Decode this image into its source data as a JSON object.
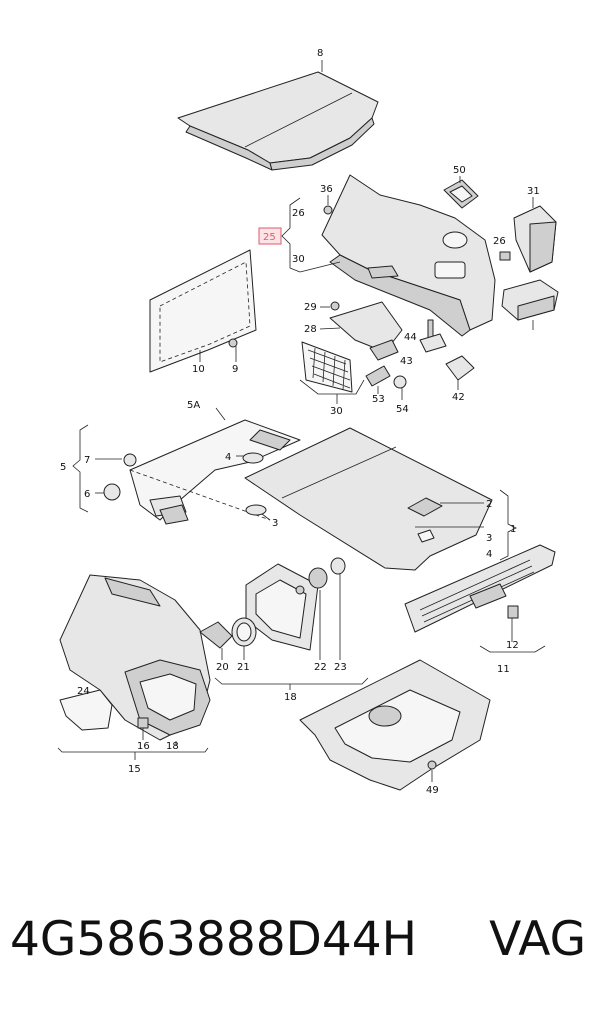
{
  "diagram": {
    "callouts": [
      "8",
      "50",
      "36",
      "31",
      "26",
      "25",
      "26",
      "30",
      "29",
      "44",
      "28",
      "43",
      "10",
      "9",
      "30",
      "53",
      "54",
      "42",
      "5A",
      "7",
      "4",
      "5",
      "6",
      "2",
      "3",
      "1",
      "3",
      "4",
      "12",
      "11",
      "20",
      "21",
      "22",
      "23",
      "18",
      "24",
      "16",
      "18",
      "15",
      "49"
    ],
    "highlighted_callout": "25"
  },
  "footer": {
    "part_number": "4G5863888D44H",
    "brand": "VAG"
  }
}
